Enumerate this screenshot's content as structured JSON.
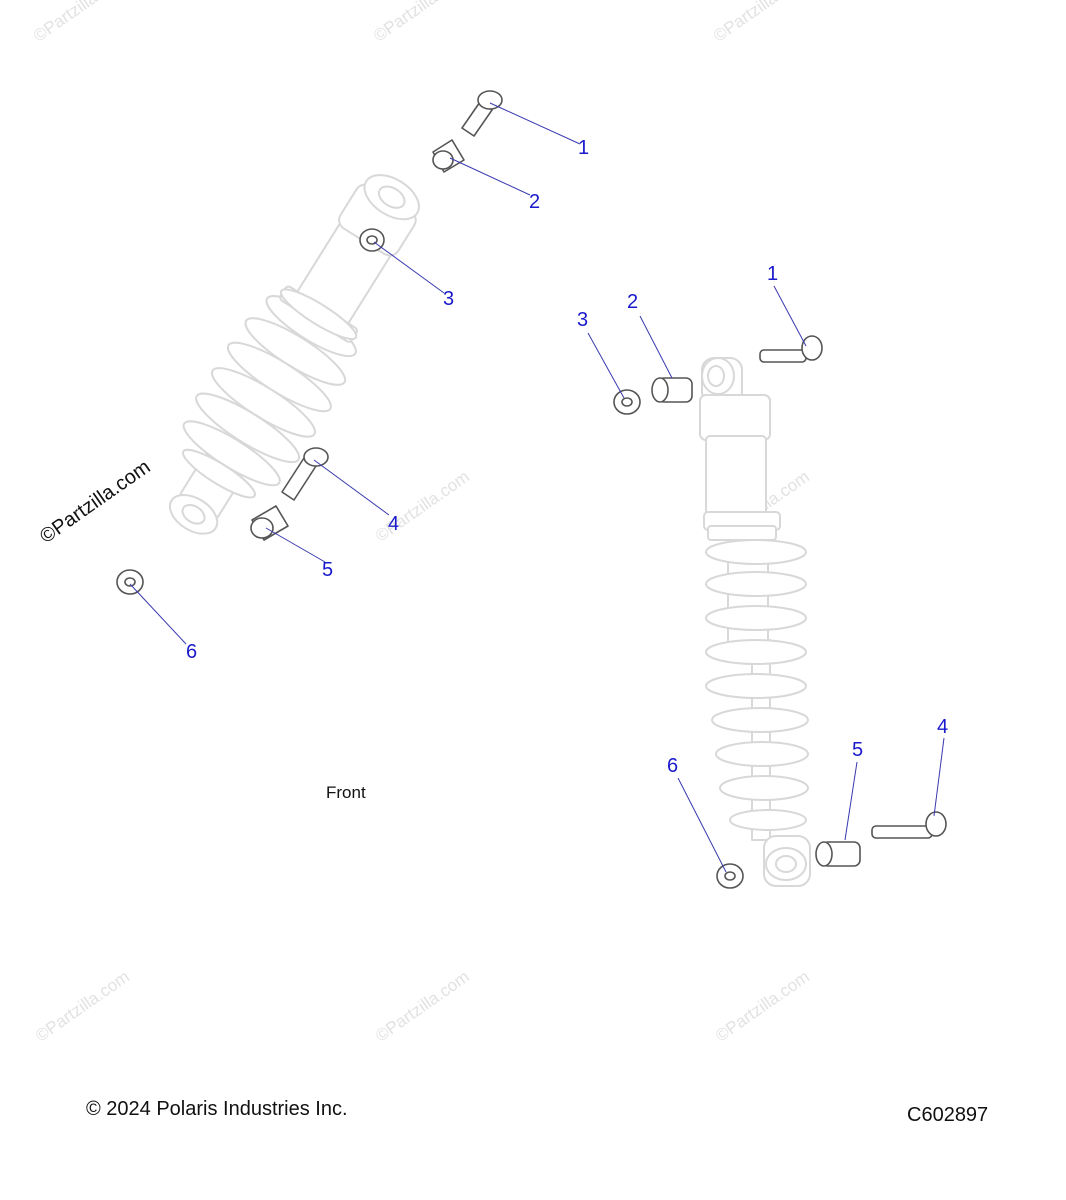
{
  "watermark": {
    "text": "©Partzilla.com",
    "prominent_text": "©Partzilla.com"
  },
  "callouts": {
    "left": {
      "c1": "1",
      "c2": "2",
      "c3": "3",
      "c4": "4",
      "c5": "5",
      "c6": "6"
    },
    "right": {
      "c1": "1",
      "c2": "2",
      "c3": "3",
      "c4": "4",
      "c5": "5",
      "c6": "6"
    }
  },
  "labels": {
    "front": "Front"
  },
  "footer": {
    "copyright": "© 2024 Polaris Industries Inc.",
    "code": "C602897"
  },
  "colors": {
    "callout": "#1a1acc",
    "line": "#3a3ab0",
    "part_outline": "#555555",
    "part_fill": "#ffffff"
  }
}
